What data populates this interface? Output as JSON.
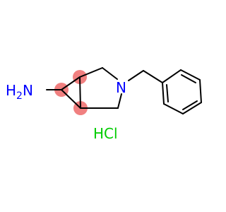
{
  "molecule": {
    "amine_label": "H",
    "amine_subscript": "2",
    "amine_N": "N",
    "ring_N": "N",
    "salt_label": "HCl"
  },
  "colors": {
    "bond": "#000000",
    "nitrogen": "#0000ff",
    "chlorine_salt": "#00cc00",
    "highlight": "#f08080"
  }
}
